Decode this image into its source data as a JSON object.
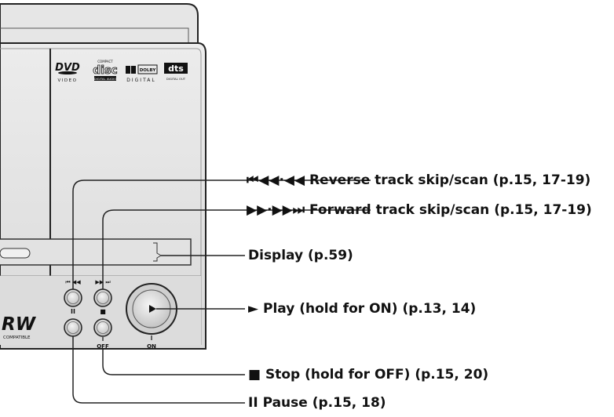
{
  "device": {
    "logos": {
      "dvd": "DVD",
      "dvd_sub": "VIDEO",
      "cd_top": "COMPACT",
      "cd_main": "disc",
      "cd_sub": "DIGITAL AUDIO",
      "dolby_box": "DOLBY",
      "dolby_sub": "DIGITAL",
      "dts": "dts",
      "dts_sub": "DIGITAL OUT"
    },
    "rw_logo": "RW",
    "rw_sub": "COMPATIBLE",
    "button_symbols": {
      "reverse": "⏮ ◀◀",
      "forward": "▶▶ ⏭",
      "pause": "II",
      "stop": "■"
    },
    "off_label": "OFF",
    "on_label": "ON"
  },
  "callouts": [
    {
      "id": "reverse",
      "text": "⏮◀◀·◀◀ Reverse track skip/scan (p.15, 17-19)"
    },
    {
      "id": "forward",
      "text": "▶▶·▶▶⏭ Forward track skip/scan (p.15, 17-19)"
    },
    {
      "id": "display",
      "text": "Display (p.59)"
    },
    {
      "id": "play",
      "text": "► Play (hold for ON) (p.13, 14)"
    },
    {
      "id": "stop",
      "text": "■ Stop (hold for OFF) (p.15, 20)"
    },
    {
      "id": "pause",
      "text": "II Pause (p.15, 18)"
    }
  ]
}
